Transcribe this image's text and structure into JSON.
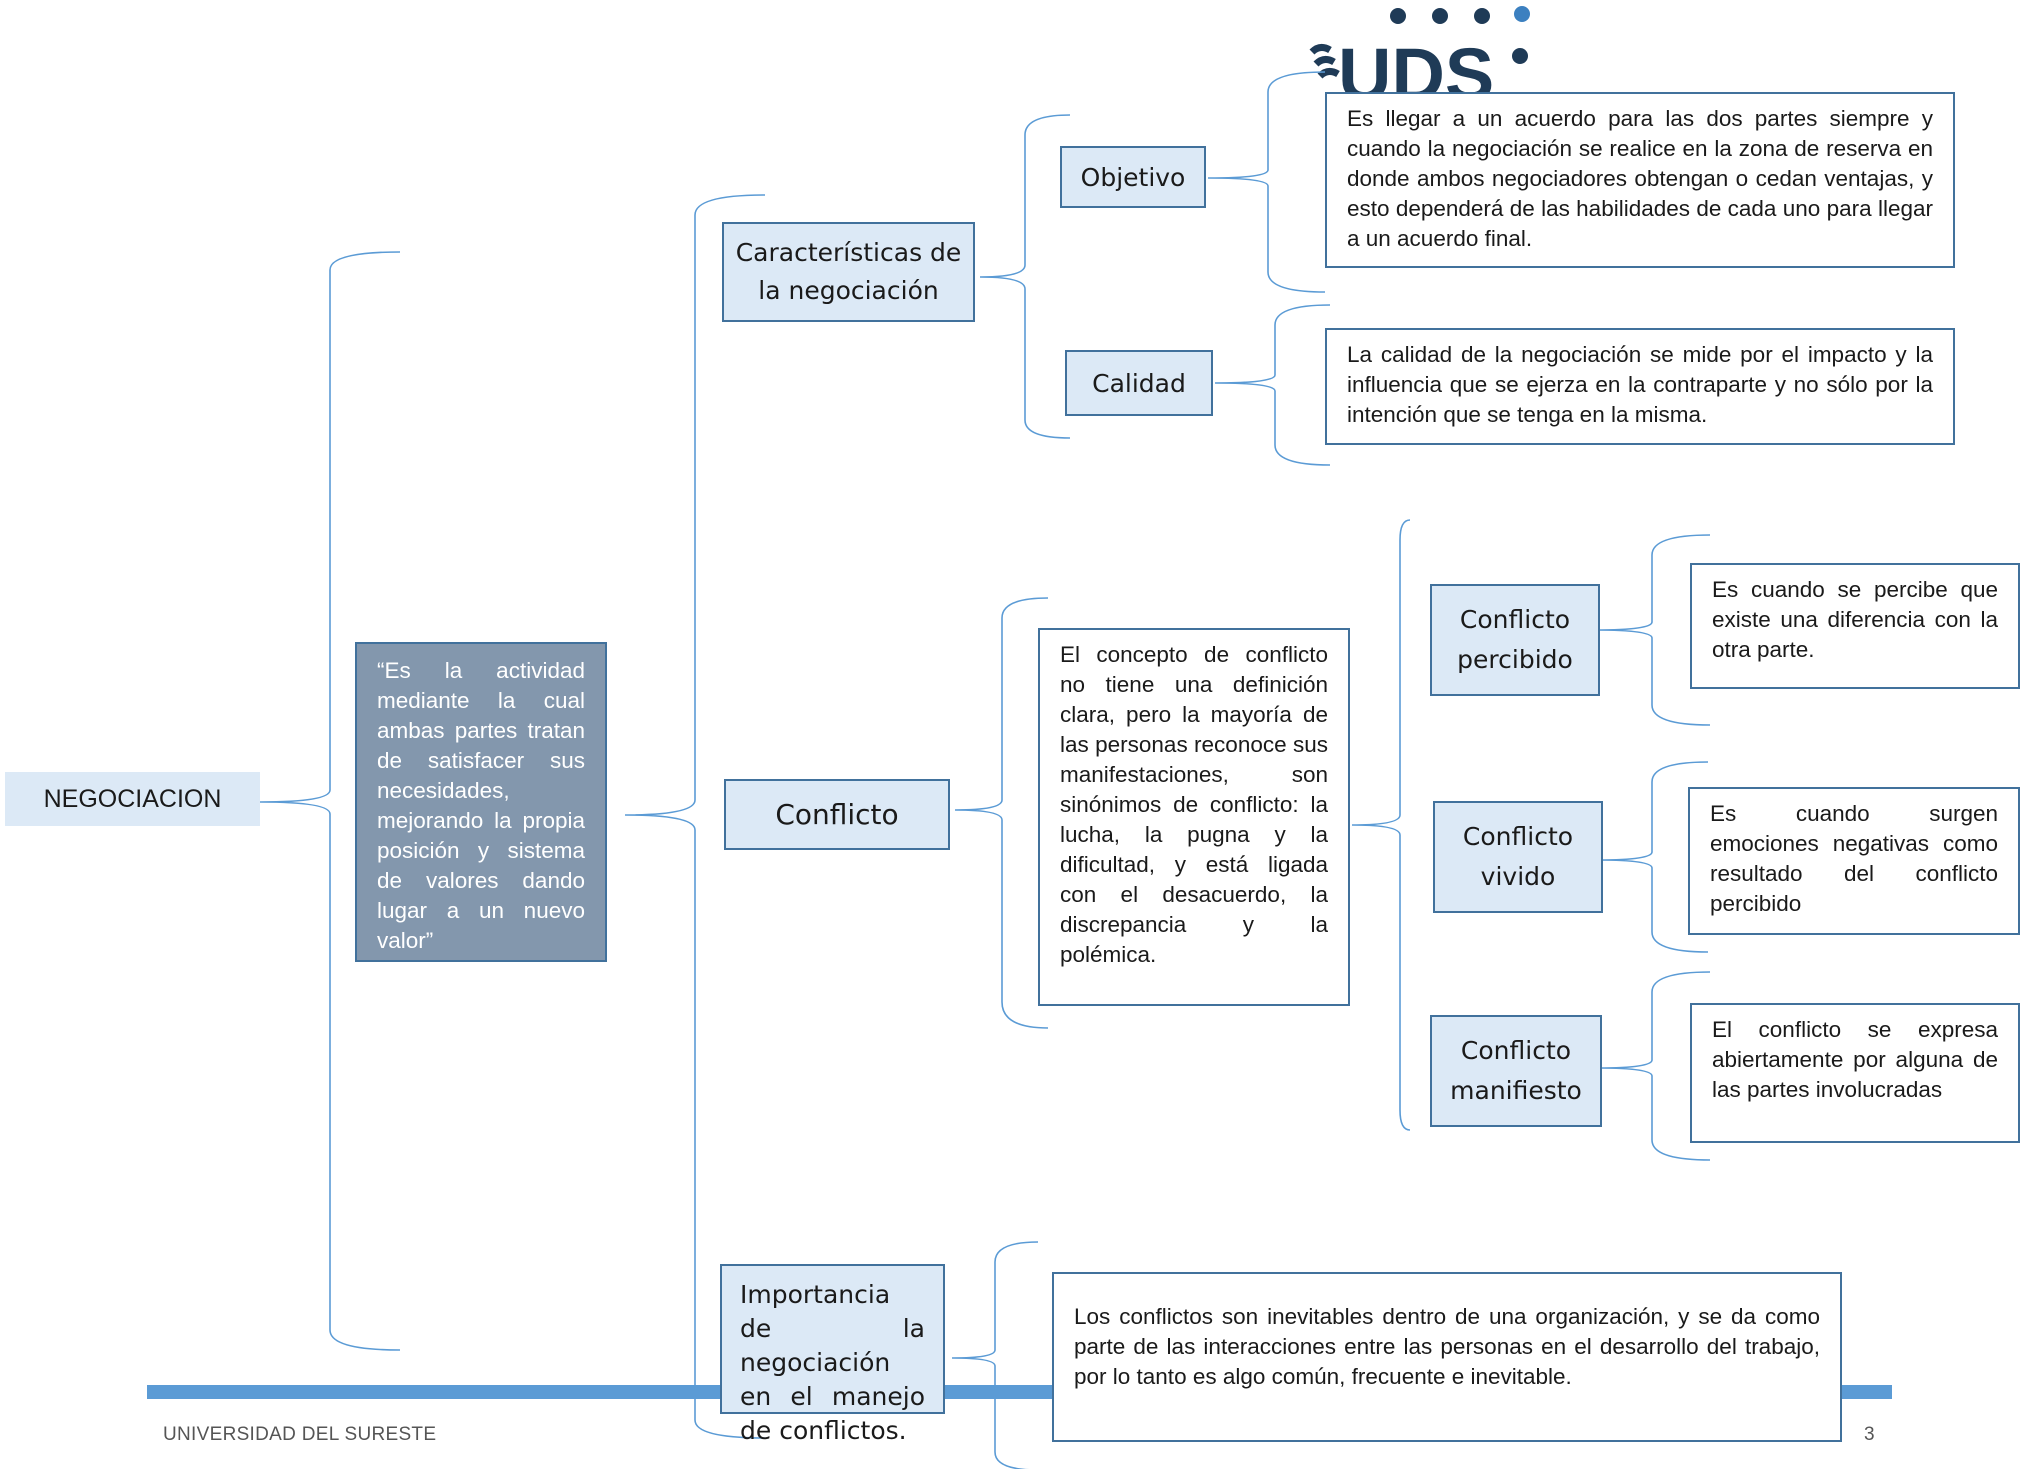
{
  "logo": {
    "text": "UDS"
  },
  "root": {
    "label": "NEGOCIACION"
  },
  "definition": "“Es la actividad mediante la cual ambas partes tratan de satisfacer sus necesidades, mejorando la propia posición y sistema de valores dando lugar a un nuevo valor”",
  "branches": {
    "caracteristicas": {
      "label": "Características de la negociación",
      "objetivo": {
        "label": "Objetivo",
        "text": "Es llegar a un acuerdo para las dos partes siempre y cuando la negociación se realice en la zona de reserva en donde ambos negociadores obtengan o cedan ventajas, y esto dependerá de las habilidades de cada uno para llegar a un acuerdo final."
      },
      "calidad": {
        "label": "Calidad",
        "text": "La calidad de la negociación se mide por el impacto y la influencia que se ejerza en la contraparte y no sólo por la intención que se tenga en la misma."
      }
    },
    "conflicto": {
      "label": "Conflicto",
      "text": "El concepto de conflicto no tiene una definición clara, pero la mayoría de las personas reconoce sus manifestaciones, son sinónimos de conflicto: la lucha, la pugna y la dificultad, y está ligada con el desacuerdo, la discrepancia y la polémica.",
      "percibido": {
        "label": "Conflicto percibido",
        "text": "Es cuando se percibe que existe una diferencia con la otra parte."
      },
      "vivido": {
        "label": "Conflicto vivido",
        "text": "Es cuando surgen emociones negativas como resultado del conflicto percibido"
      },
      "manifiesto": {
        "label": "Conflicto manifiesto",
        "text": "El conflicto se expresa abiertamente por alguna de las partes involucradas"
      }
    },
    "importancia": {
      "label": "Importancia de la negociación en el manejo de conflictos.",
      "text": "Los conflictos son inevitables dentro de una organización, y se da como parte de las interacciones entre las personas en el desarrollo del trabajo, por lo tanto es algo común, frecuente e inevitable."
    }
  },
  "footer": {
    "institution": "UNIVERSIDAD DEL SURESTE",
    "page": "3"
  },
  "colors": {
    "accent": "#5b9bd5",
    "topic_fill": "#dce9f6",
    "definition_fill": "#8397ad",
    "border": "#41719c"
  }
}
